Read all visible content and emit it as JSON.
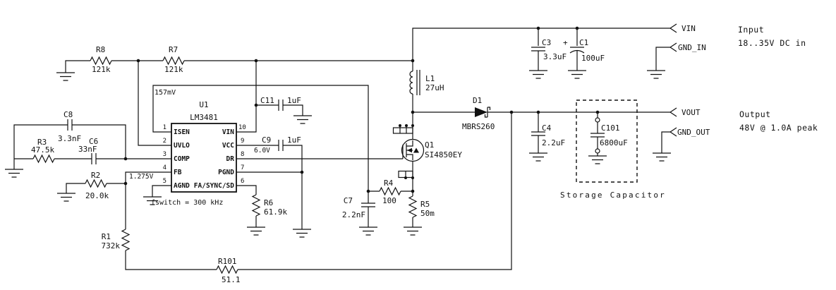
{
  "ic": {
    "ref": "U1",
    "part": "LM3481",
    "pins_left": [
      {
        "num": "1",
        "name": "ISEN"
      },
      {
        "num": "2",
        "name": "UVLO"
      },
      {
        "num": "3",
        "name": "COMP"
      },
      {
        "num": "4",
        "name": "FB"
      },
      {
        "num": "5",
        "name": "AGND"
      }
    ],
    "pins_right": [
      {
        "num": "10",
        "name": "VIN"
      },
      {
        "num": "9",
        "name": "VCC"
      },
      {
        "num": "8",
        "name": "DR"
      },
      {
        "num": "7",
        "name": "PGND"
      },
      {
        "num": "6",
        "name": "FA/SYNC/SD"
      }
    ],
    "notes": {
      "isen_level": "157mV",
      "fb_level": "1.275V",
      "vcc_level": "6.0V",
      "fswitch": "fswitch = 300 kHz"
    }
  },
  "components": {
    "r8": {
      "ref": "R8",
      "value": "121k"
    },
    "r7": {
      "ref": "R7",
      "value": "121k"
    },
    "r3": {
      "ref": "R3",
      "value": "47.5k"
    },
    "c8": {
      "ref": "C8",
      "value": "3.3nF"
    },
    "c6": {
      "ref": "C6",
      "value": "33nF"
    },
    "r2": {
      "ref": "R2",
      "value": "20.0k"
    },
    "r1": {
      "ref": "R1",
      "value": "732k"
    },
    "r101": {
      "ref": "R101",
      "value": "51.1"
    },
    "r6": {
      "ref": "R6",
      "value": "61.9k"
    },
    "c11": {
      "ref": "C11",
      "value": "1uF"
    },
    "c9": {
      "ref": "C9",
      "value": "1uF"
    },
    "c7": {
      "ref": "C7",
      "value": "2.2nF"
    },
    "r4": {
      "ref": "R4",
      "value": "100"
    },
    "r5": {
      "ref": "R5",
      "value": "50m"
    },
    "l1": {
      "ref": "L1",
      "value": "27uH"
    },
    "q1": {
      "ref": "Q1",
      "value": "SI4850EY"
    },
    "d1": {
      "ref": "D1",
      "value": "MBRS260"
    },
    "c3": {
      "ref": "C3",
      "value": "3.3uF"
    },
    "c1": {
      "ref": "C1",
      "value": "100uF",
      "polarity": "+"
    },
    "c4": {
      "ref": "C4",
      "value": "2.2uF"
    },
    "c101": {
      "ref": "C101",
      "value": "6800uF"
    }
  },
  "terminals": {
    "vin": "VIN",
    "gnd_in": "GND_IN",
    "vout": "VOUT",
    "gnd_out": "GND_OUT"
  },
  "annotations": {
    "input_title": "Input",
    "input_spec": "18..35V DC in",
    "output_title": "Output",
    "output_spec": "48V @ 1.0A peak",
    "storage_label": "Storage Capacitor"
  }
}
